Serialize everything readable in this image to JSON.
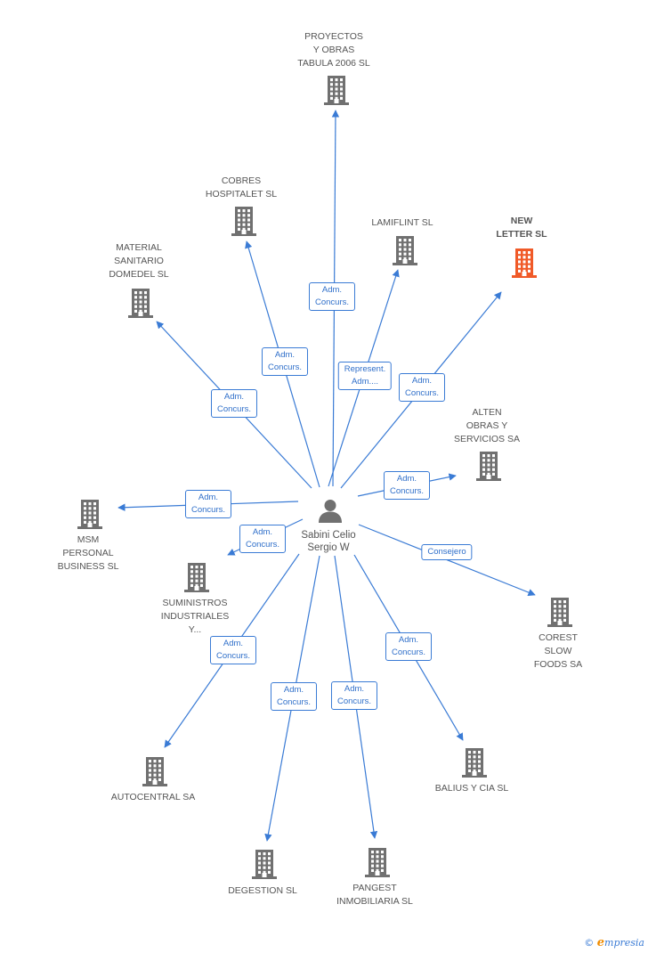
{
  "center": {
    "name_line1": "Sabini Celio",
    "name_line2": "Sergio W",
    "icon": "person-icon"
  },
  "companies": [
    {
      "id": "proyectos",
      "lines": [
        "PROYECTOS",
        "Y OBRAS",
        "TABULA 2006 SL"
      ],
      "highlight": false,
      "icon": "building-icon"
    },
    {
      "id": "cobres",
      "lines": [
        "COBRES",
        "HOSPITALET SL"
      ],
      "highlight": false,
      "icon": "building-icon"
    },
    {
      "id": "lamiflint",
      "lines": [
        "LAMIFLINT SL"
      ],
      "highlight": false,
      "icon": "building-icon"
    },
    {
      "id": "newletter",
      "lines": [
        "NEW",
        "LETTER SL"
      ],
      "highlight": true,
      "icon": "building-icon",
      "color": "#f05a28"
    },
    {
      "id": "material",
      "lines": [
        "MATERIAL",
        "SANITARIO",
        "DOMEDEL SL"
      ],
      "highlight": false,
      "icon": "building-icon"
    },
    {
      "id": "alten",
      "lines": [
        "ALTEN",
        "OBRAS Y",
        "SERVICIOS SA"
      ],
      "highlight": false,
      "icon": "building-icon"
    },
    {
      "id": "msm",
      "lines": [
        "MSM",
        "PERSONAL",
        "BUSINESS SL"
      ],
      "highlight": false,
      "icon": "building-icon"
    },
    {
      "id": "suministros",
      "lines": [
        "SUMINISTROS",
        "INDUSTRIALES",
        "Y..."
      ],
      "highlight": false,
      "icon": "building-icon"
    },
    {
      "id": "corest",
      "lines": [
        "COREST",
        "SLOW",
        "FOODS SA"
      ],
      "highlight": false,
      "icon": "building-icon"
    },
    {
      "id": "autocentral",
      "lines": [
        "AUTOCENTRAL SA"
      ],
      "highlight": false,
      "icon": "building-icon"
    },
    {
      "id": "balius",
      "lines": [
        "BALIUS Y CIA SL"
      ],
      "highlight": false,
      "icon": "building-icon"
    },
    {
      "id": "degestion",
      "lines": [
        "DEGESTION SL"
      ],
      "highlight": false,
      "icon": "building-icon"
    },
    {
      "id": "pangest",
      "lines": [
        "PANGEST",
        "INMOBILIARIA SL"
      ],
      "highlight": false,
      "icon": "building-icon"
    }
  ],
  "relations": [
    {
      "target": "proyectos",
      "lines": [
        "Adm.",
        "Concurs."
      ]
    },
    {
      "target": "cobres",
      "lines": [
        "Adm.",
        "Concurs."
      ]
    },
    {
      "target": "lamiflint",
      "lines": [
        "Represent.",
        "Adm...."
      ]
    },
    {
      "target": "newletter",
      "lines": [
        "Adm.",
        "Concurs."
      ]
    },
    {
      "target": "material",
      "lines": [
        "Adm.",
        "Concurs."
      ]
    },
    {
      "target": "alten",
      "lines": [
        "Adm.",
        "Concurs."
      ]
    },
    {
      "target": "msm",
      "lines": [
        "Adm.",
        "Concurs."
      ]
    },
    {
      "target": "suministros",
      "lines": [
        "Adm.",
        "Concurs."
      ]
    },
    {
      "target": "corest",
      "lines": [
        "Consejero"
      ]
    },
    {
      "target": "autocentral",
      "lines": [
        "Adm.",
        "Concurs."
      ]
    },
    {
      "target": "balius",
      "lines": [
        "Adm.",
        "Concurs."
      ]
    },
    {
      "target": "degestion",
      "lines": [
        "Adm.",
        "Concurs."
      ]
    },
    {
      "target": "pangest",
      "lines": [
        "Adm.",
        "Concurs."
      ]
    }
  ],
  "colors": {
    "edge": "#3a7bd5",
    "building": "#707070",
    "building_highlight": "#f05a28",
    "person": "#707070"
  },
  "footer": {
    "copyright": "©",
    "brand_initial": "e",
    "brand_rest": "mpresia"
  }
}
